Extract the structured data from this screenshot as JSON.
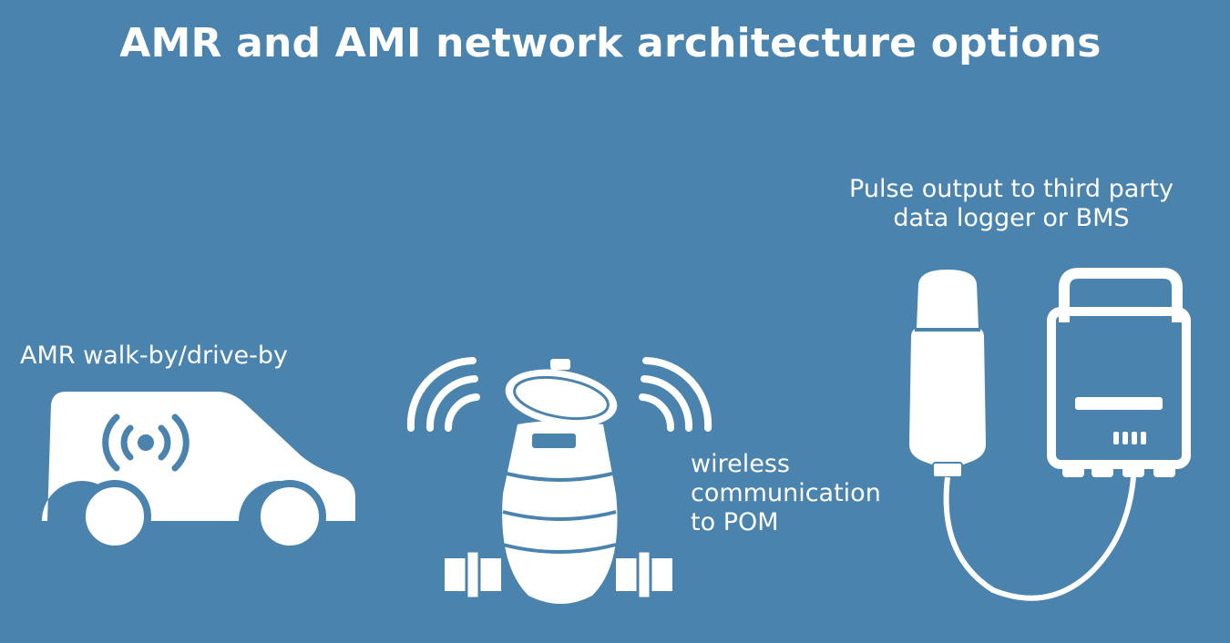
{
  "title": "AMR and AMI network architecture options",
  "labels": {
    "amr": "AMR walk-by/drive-by",
    "wireless": [
      "wireless",
      "communication",
      "to POM"
    ],
    "pulse": [
      "Pulse output to third party",
      "data logger or BMS"
    ]
  },
  "icons": {
    "van": "van-icon",
    "meter": "water-meter-icon",
    "pulse_device": "pulse-output-device-icon",
    "logger": "data-logger-icon"
  },
  "colors": {
    "background": "#4a83ad",
    "foreground": "#ffffff"
  }
}
